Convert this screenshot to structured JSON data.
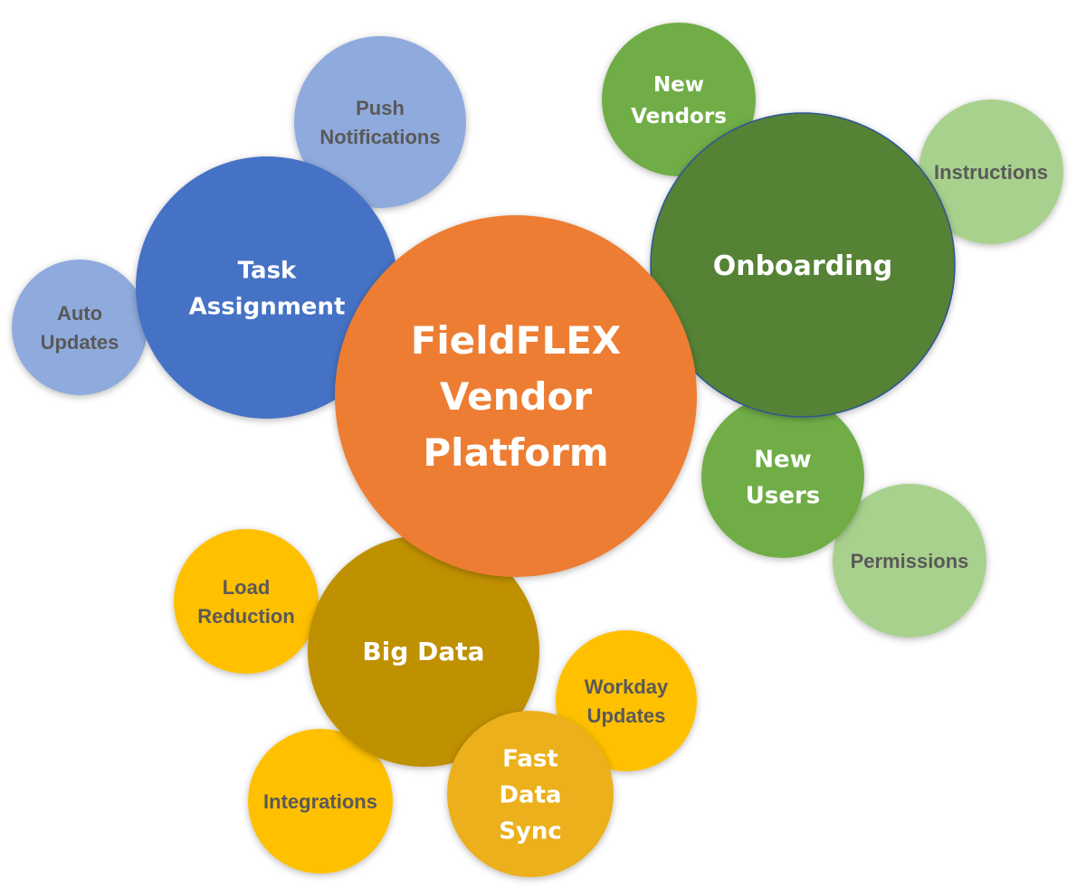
{
  "diagram": {
    "type": "bubble-cluster",
    "center": {
      "id": "center",
      "lines": [
        "FieldFLEX",
        "Vendor",
        "Platform"
      ],
      "color": "#ED7D31",
      "text_color": "#ffffff"
    },
    "groups": [
      {
        "id": "task-assignment",
        "lines": [
          "Task",
          "Assignment"
        ],
        "color": "#4472C4",
        "text_color": "#ffffff",
        "children": [
          {
            "id": "push-notifications",
            "lines": [
              "Push",
              "Notifications"
            ],
            "color": "#8FAADC",
            "text_color": "#595959"
          },
          {
            "id": "auto-updates",
            "lines": [
              "Auto",
              "Updates"
            ],
            "color": "#8FAADC",
            "text_color": "#595959"
          }
        ]
      },
      {
        "id": "onboarding",
        "lines": [
          "Onboarding"
        ],
        "color": "#548235",
        "text_color": "#ffffff",
        "children": [
          {
            "id": "new-vendors",
            "lines": [
              "New",
              "Vendors"
            ],
            "color": "#70AD47",
            "text_color": "#ffffff"
          },
          {
            "id": "instructions",
            "lines": [
              "Instructions"
            ],
            "color": "#A9D18E",
            "text_color": "#595959"
          },
          {
            "id": "new-users",
            "lines": [
              "New",
              "Users"
            ],
            "color": "#70AD47",
            "text_color": "#ffffff"
          },
          {
            "id": "permissions",
            "lines": [
              "Permissions"
            ],
            "color": "#A9D18E",
            "text_color": "#595959"
          }
        ]
      },
      {
        "id": "big-data",
        "lines": [
          "Big Data"
        ],
        "color": "#BF9000",
        "text_color": "#ffffff",
        "children": [
          {
            "id": "load-reduction",
            "lines": [
              "Load",
              "Reduction"
            ],
            "color": "#FFC000",
            "text_color": "#595959"
          },
          {
            "id": "workday-updates",
            "lines": [
              "Workday",
              "Updates"
            ],
            "color": "#FFC000",
            "text_color": "#595959"
          },
          {
            "id": "fast-data-sync",
            "lines": [
              "Fast",
              "Data",
              "Sync"
            ],
            "color": "#EBB01A",
            "text_color": "#ffffff"
          },
          {
            "id": "integrations",
            "lines": [
              "Integrations"
            ],
            "color": "#FFC000",
            "text_color": "#595959"
          }
        ]
      }
    ]
  }
}
